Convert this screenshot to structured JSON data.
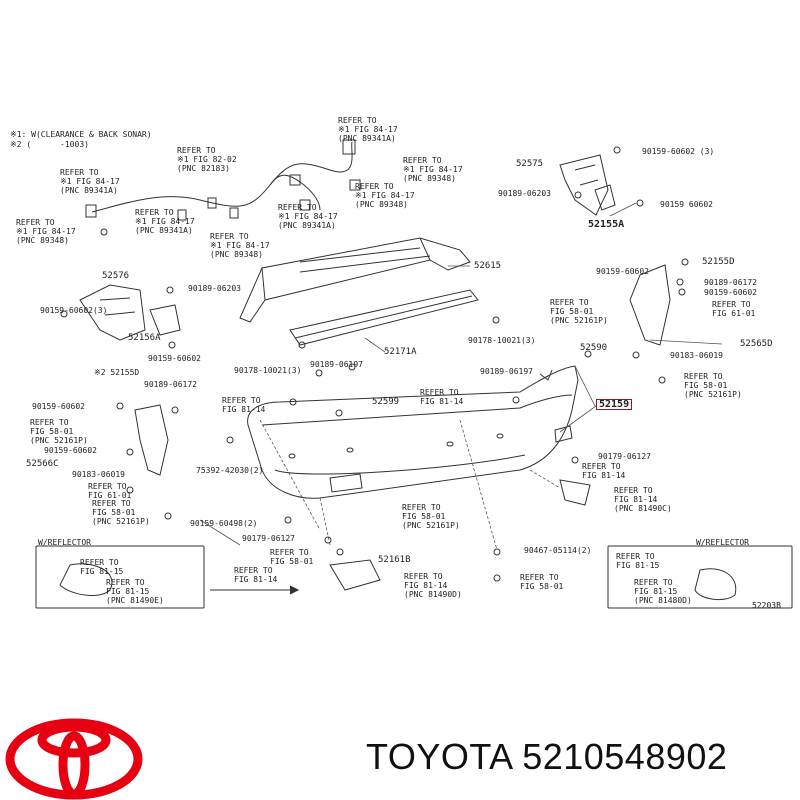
{
  "brand": {
    "name": "TOYOTA",
    "part_number": "5210548902",
    "title_line": "TOYOTA 5210548902"
  },
  "diagram": {
    "notes": [
      "※1: W(CLEARANCE & BACK SONAR)",
      "※2 (      -1003)"
    ],
    "figure_id": "52203B",
    "highlighted_part": "52159",
    "refers": {
      "r1": "REFER TO\n※1 FIG 84-17\n(PNC 89341A)",
      "r2": "REFER TO\n※1 FIG 82-02\n(PNC 82183)",
      "r3": "REFER TO\n※1 FIG 84-17\n(PNC 89341A)",
      "r4": "REFER TO\n※1 FIG 84-17\n(PNC 89348)",
      "r5": "REFER TO\n※1 FIG 84-17\n(PNC 89348)",
      "r6": "REFER TO\n※1 FIG 84-17\n(PNC 89341A)",
      "r7": "REFER TO\n※1 FIG 84-17\n(PNC 89348)",
      "r8": "REFER TO\n※1 FIG 84-17\n(PNC 89341A)",
      "r9": "REFER TO\n※1 FIG 84-17\n(PNC 89348)",
      "r10": "REFER TO\nFIG 58-01\n(PNC 52161P)",
      "r11": "REFER TO\nFIG 61-01",
      "r12": "REFER TO\nFIG 58-01\n(PNC 52161P)",
      "r13": "REFER TO\nFIG 81-14",
      "r14": "REFER TO\nFIG 81-14",
      "r15": "REFER TO\nFIG 58-01\n(PNC 52161P)",
      "r16": "REFER TO\nFIG 61-01",
      "r17": "REFER TO\nFIG 58-01\n(PNC 52161P)",
      "r18": "REFER TO\nFIG 58-01\n(PNC 52161P)",
      "r19": "REFER TO\nFIG 58-01",
      "r20": "REFER TO\nFIG 81-14",
      "r21": "REFER TO\nFIG 81-14\n(PNC 81490D)",
      "r22": "REFER TO\nFIG 58-01",
      "r23": "REFER TO\nFIG 81-14",
      "r24": "REFER TO\nFIG 81-14\n(PNC 81490C)",
      "r25": "REFER TO\nFIG 81-15",
      "r26": "REFER TO\nFIG 81-15\n(PNC 81490E)",
      "r27": "REFER TO\nFIG 81-15",
      "r28": "REFER TO\nFIG 81-15\n(PNC 81480D)"
    },
    "parts": {
      "p52575": "52575",
      "p90159_60602_3": "90159-60602 (3)",
      "p90189_06203a": "90189-06203",
      "p90159_60602": "90159 60602",
      "p52155A": "52155A",
      "p52615": "52615",
      "p52576": "52576",
      "p90189_06203b": "90189-06203",
      "p90159_60602_3b": "90159-60602(3)",
      "p52156A": "52156A",
      "p90159_60602b": "90159-60602",
      "p52171A": "52171A",
      "p90178_10021_3a": "90178-10021(3)",
      "p90178_10021_3b": "90178-10021(3)",
      "p52155D": "52155D",
      "p90159_60602c": "90159-60602",
      "p90189_06172a": "90189-06172",
      "p90159_60602d": "90159-60602",
      "p52565D": "52565D",
      "p90183_06019a": "90183-06019",
      "p52590": "52590",
      "p90189_06197a": "90189-06197",
      "p90189_06197b": "90189-06197",
      "p52599": "52599",
      "x52155D": "※2 52155D",
      "p90189_06172b": "90189-06172",
      "p90159_60602e": "90159-60602",
      "p90159_60602f": "90159-60602",
      "p52566C": "52566C",
      "p90183_06019b": "90183-06019",
      "p75392_42030": "75392-42030(2)",
      "p90179_06127a": "90179-06127",
      "p90159_60498": "90159-60498(2)",
      "p90179_06127b": "90179-06127",
      "p52161B": "52161B",
      "p90467_05114": "90467-05114(2)"
    },
    "insets": {
      "left_title": "W/REFLECTOR",
      "right_title": "W/REFLECTOR"
    }
  },
  "colors": {
    "toyota_red": "#e60012",
    "highlight_border": "#8b1a1a",
    "line": "#333333"
  }
}
